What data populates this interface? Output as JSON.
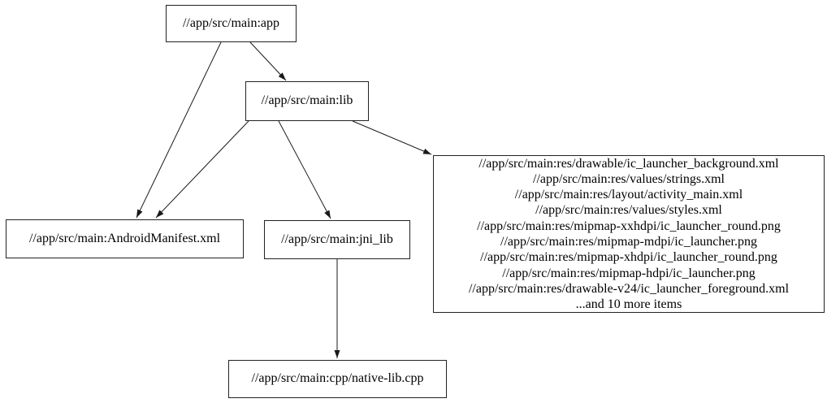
{
  "diagram": {
    "type": "dependency-graph",
    "background_color": "#ffffff",
    "node_border_color": "#222222",
    "text_color": "#000000",
    "edge_color": "#1a1a1a",
    "nodes": {
      "app": {
        "label": "//app/src/main:app"
      },
      "lib": {
        "label": "//app/src/main:lib"
      },
      "android_manifest": {
        "label": "//app/src/main:AndroidManifest.xml"
      },
      "jni_lib": {
        "label": "//app/src/main:jni_lib"
      },
      "res_group": {
        "lines": [
          "//app/src/main:res/drawable/ic_launcher_background.xml",
          "//app/src/main:res/values/strings.xml",
          "//app/src/main:res/layout/activity_main.xml",
          "//app/src/main:res/values/styles.xml",
          "//app/src/main:res/mipmap-xxhdpi/ic_launcher_round.png",
          "//app/src/main:res/mipmap-mdpi/ic_launcher.png",
          "//app/src/main:res/mipmap-xhdpi/ic_launcher_round.png",
          "//app/src/main:res/mipmap-hdpi/ic_launcher.png",
          "//app/src/main:res/drawable-v24/ic_launcher_foreground.xml",
          "...and 10 more items"
        ]
      },
      "native_lib_cpp": {
        "label": "//app/src/main:cpp/native-lib.cpp"
      }
    },
    "edges": [
      {
        "from": "app",
        "to": "lib"
      },
      {
        "from": "app",
        "to": "android_manifest"
      },
      {
        "from": "lib",
        "to": "android_manifest"
      },
      {
        "from": "lib",
        "to": "jni_lib"
      },
      {
        "from": "lib",
        "to": "res_group"
      },
      {
        "from": "jni_lib",
        "to": "native_lib_cpp"
      }
    ]
  }
}
